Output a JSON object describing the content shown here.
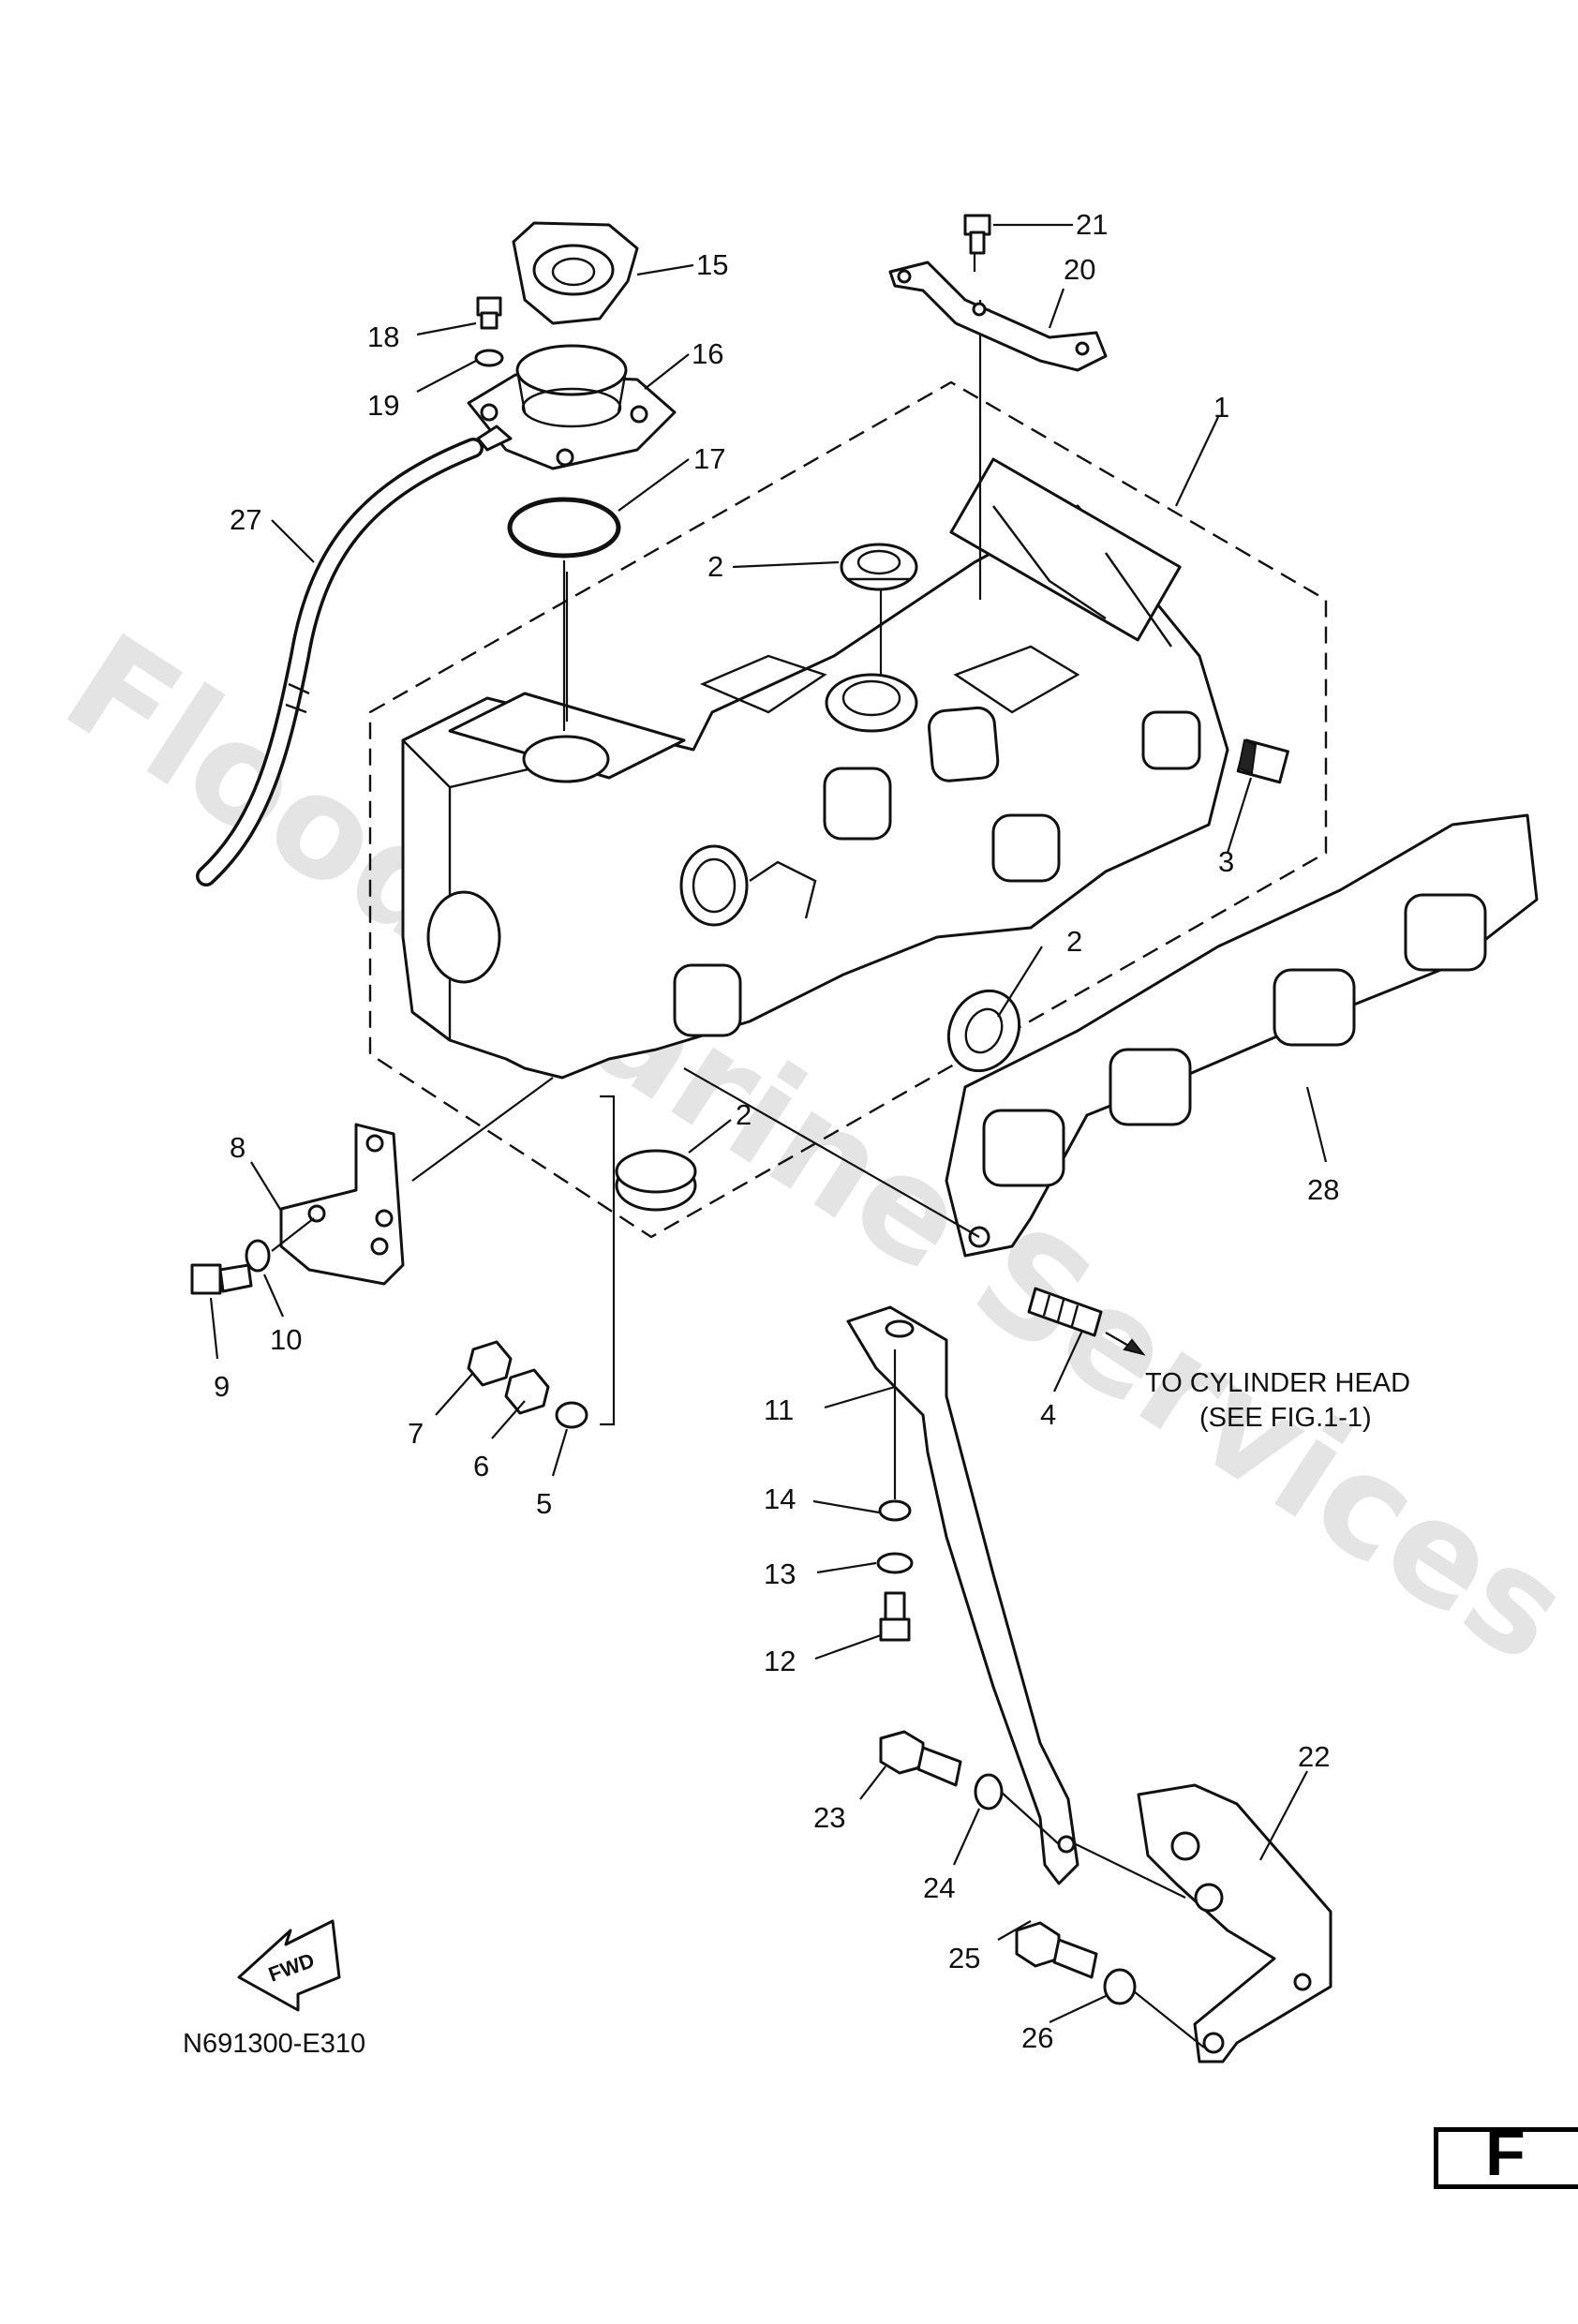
{
  "watermark": "Flood Marine Services",
  "diagram_code": "N691300-E310",
  "fwd_label": "FWD",
  "note": {
    "line1": "TO CYLINDER HEAD",
    "line2": "(SEE FIG.1-1)"
  },
  "fig_label": "F",
  "callouts": {
    "c1": "1",
    "c2a": "2",
    "c2b": "2",
    "c2c": "2",
    "c3": "3",
    "c4": "4",
    "c5": "5",
    "c6": "6",
    "c7": "7",
    "c8": "8",
    "c9": "9",
    "c10": "10",
    "c11": "11",
    "c12": "12",
    "c13": "13",
    "c14": "14",
    "c15": "15",
    "c16": "16",
    "c17": "17",
    "c18": "18",
    "c19": "19",
    "c20": "20",
    "c21": "21",
    "c22": "22",
    "c23": "23",
    "c24": "24",
    "c25": "25",
    "c26": "26",
    "c27": "27",
    "c28": "28"
  }
}
